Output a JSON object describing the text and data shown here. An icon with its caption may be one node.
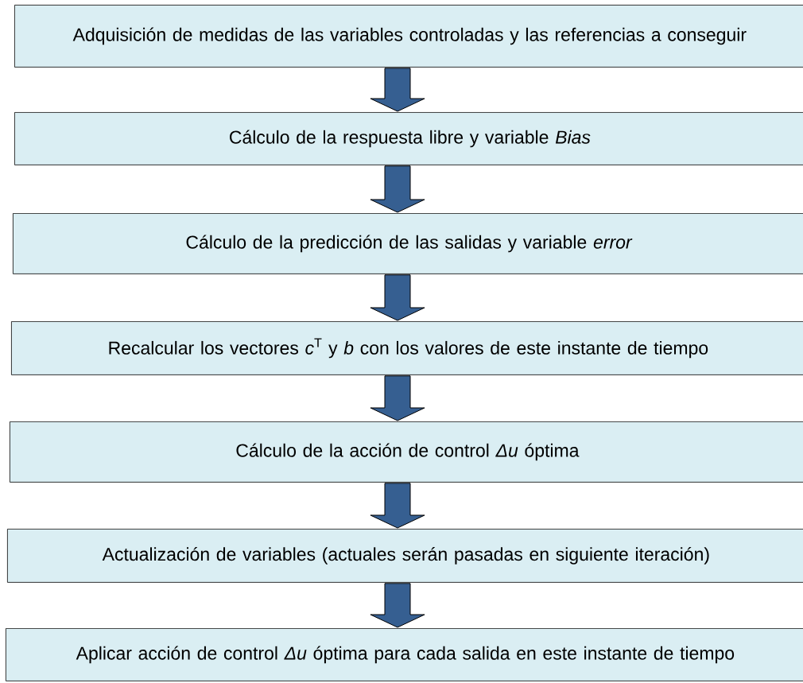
{
  "diagram": {
    "nodes": [
      {
        "text": [
          "Adquisición de medidas de las variables controladas y las referencias a conseguir"
        ]
      },
      {
        "text": [
          "Cálculo de la respuesta libre y variable *Bias*"
        ]
      },
      {
        "text": [
          "Cálculo de la predicción de las salidas y variable *error*"
        ]
      },
      {
        "text": [
          "Recalcular los vectores *c*$^{T}$ y *b* con los valores de este instante de tiempo"
        ]
      },
      {
        "text": [
          "Cálculo de la acción de control *Δu* óptima"
        ]
      },
      {
        "text": [
          "Actualización de variables (actuales serán pasadas en siguiente iteración)"
        ]
      },
      {
        "text": [
          "Aplicar acción de control *Δu* óptima para cada salida en este instante de tiempo"
        ]
      }
    ],
    "edges": [
      {
        "from": 0,
        "to": 1,
        "arrow": "to"
      },
      {
        "from": 1,
        "to": 2,
        "arrow": "to"
      },
      {
        "from": 2,
        "to": 3,
        "arrow": "to"
      },
      {
        "from": 3,
        "to": 4,
        "arrow": "to"
      },
      {
        "from": 4,
        "to": 5,
        "arrow": "to"
      },
      {
        "from": 5,
        "to": 6,
        "arrow": "to"
      }
    ]
  }
}
